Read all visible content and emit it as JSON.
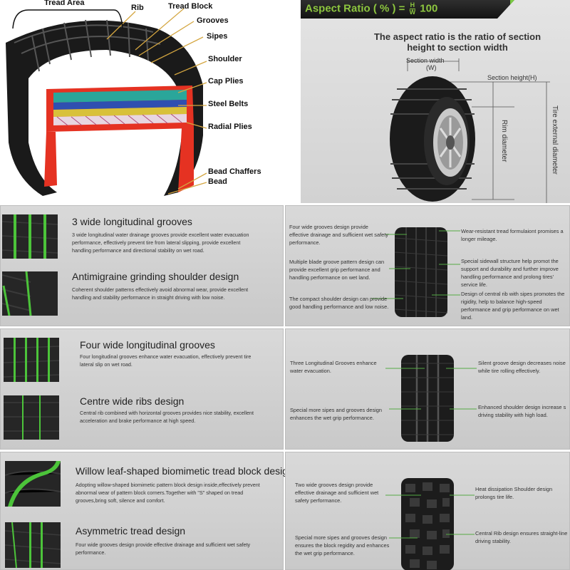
{
  "tire_section": {
    "labels": {
      "tread_area": "Tread Area",
      "rib": "Rib",
      "tread_block": "Tread Block",
      "grooves": "Grooves",
      "sipes": "Sipes",
      "shoulder": "Shoulder",
      "cap_plies": "Cap Plies",
      "steel_belts": "Steel Belts",
      "radial_plies": "Radial Plies",
      "bead_chaffers": "Bead Chaffers",
      "bead": "Bead"
    }
  },
  "aspect_ratio": {
    "title_prefix": "Aspect Ratio ( % ) =",
    "frac_num": "H",
    "frac_den": "W",
    "title_suffix": "100",
    "description_line1": "The aspect ratio is the ratio of section",
    "description_line2": "height to section width",
    "section_width": "Section width",
    "section_width_sym": "(W)",
    "section_height": "Section height(H)",
    "rim_diameter": "Rim diameter",
    "tire_external_diameter": "Tire external diameter"
  },
  "features": [
    {
      "title": "3 wide longitudinal grooves",
      "desc": "3 wide longitudinal water drainage grooves provide excellent water evacuation performance, effectively prevent tire from lateral slipping, provide excellent handling performance and directional stability on wet road."
    },
    {
      "title": "Antimigraine grinding shoulder design",
      "desc": "Coherent shoulder patterns effectively avoid abnormal wear, provide excellent handling and stability performance in straight driving with low noise."
    },
    {
      "title": "Four wide longitudinal grooves",
      "desc": "Four longitudinal grooves enhance water evacuation, effectively prevent tire lateral slip on wet road."
    },
    {
      "title": "Centre wide ribs design",
      "desc": "Central rib combined with horizontal grooves provides nice stability, excellent acceleration and brake performance at high speed."
    },
    {
      "title": "Willow leaf-shaped biomimetic tread block design",
      "desc": "Adopting willow-shaped biomimetic pattern block design inside,effectively prevent abnormal wear of pattern block corners.Together with \"S\" shaped on tread grooves,bring soft, silence and comfort."
    },
    {
      "title": "Asymmetric tread design",
      "desc": "Four wide grooves design provide effective drainage and sufficient wet safety performance."
    }
  ],
  "callouts": {
    "panel1_left": [
      "Four wide grooves design provide effective drainage and sufficient wet safety performance.",
      "Multiple blade groove pattern design can provide excellent grip performance and handling performance on wet land.",
      "The compact shoulder design can provide good handling performance and low noise."
    ],
    "panel1_right": [
      "Wear-resistant tread formulaiont promises a longer mileage.",
      "Special sidewall structure help promot the support and durability and further improve handling performance and prolong tires' service life.",
      "Design of central rib with sipes promotes the rigidity, help to balance high-speed performance and grip performance on wet land."
    ],
    "panel2_left": [
      "Three Longitudinal Grooves enhance water evacuation.",
      "Special more sipes and grooves design enhances the wet grip performance."
    ],
    "panel2_right": [
      "Silent groove design decreases noise while tire rolling effectively.",
      "Enhanced shoulder design increase s driving stability with high load."
    ],
    "panel3_left": [
      "Two wide grooves design provide effective drainage and sufficient wet safety performance.",
      "Special more sipes and grooves design ensures the block regidity and enhances the wet grip performance."
    ],
    "panel3_right": [
      "Heat dissipation Shoulder design prolongs tire life.",
      "Central Rib design ensures straight-line driving stability."
    ]
  },
  "colors": {
    "accent_green": "#8dc63f",
    "callout_line": "#55aa44",
    "panel_gray": "#d4d4d4"
  }
}
